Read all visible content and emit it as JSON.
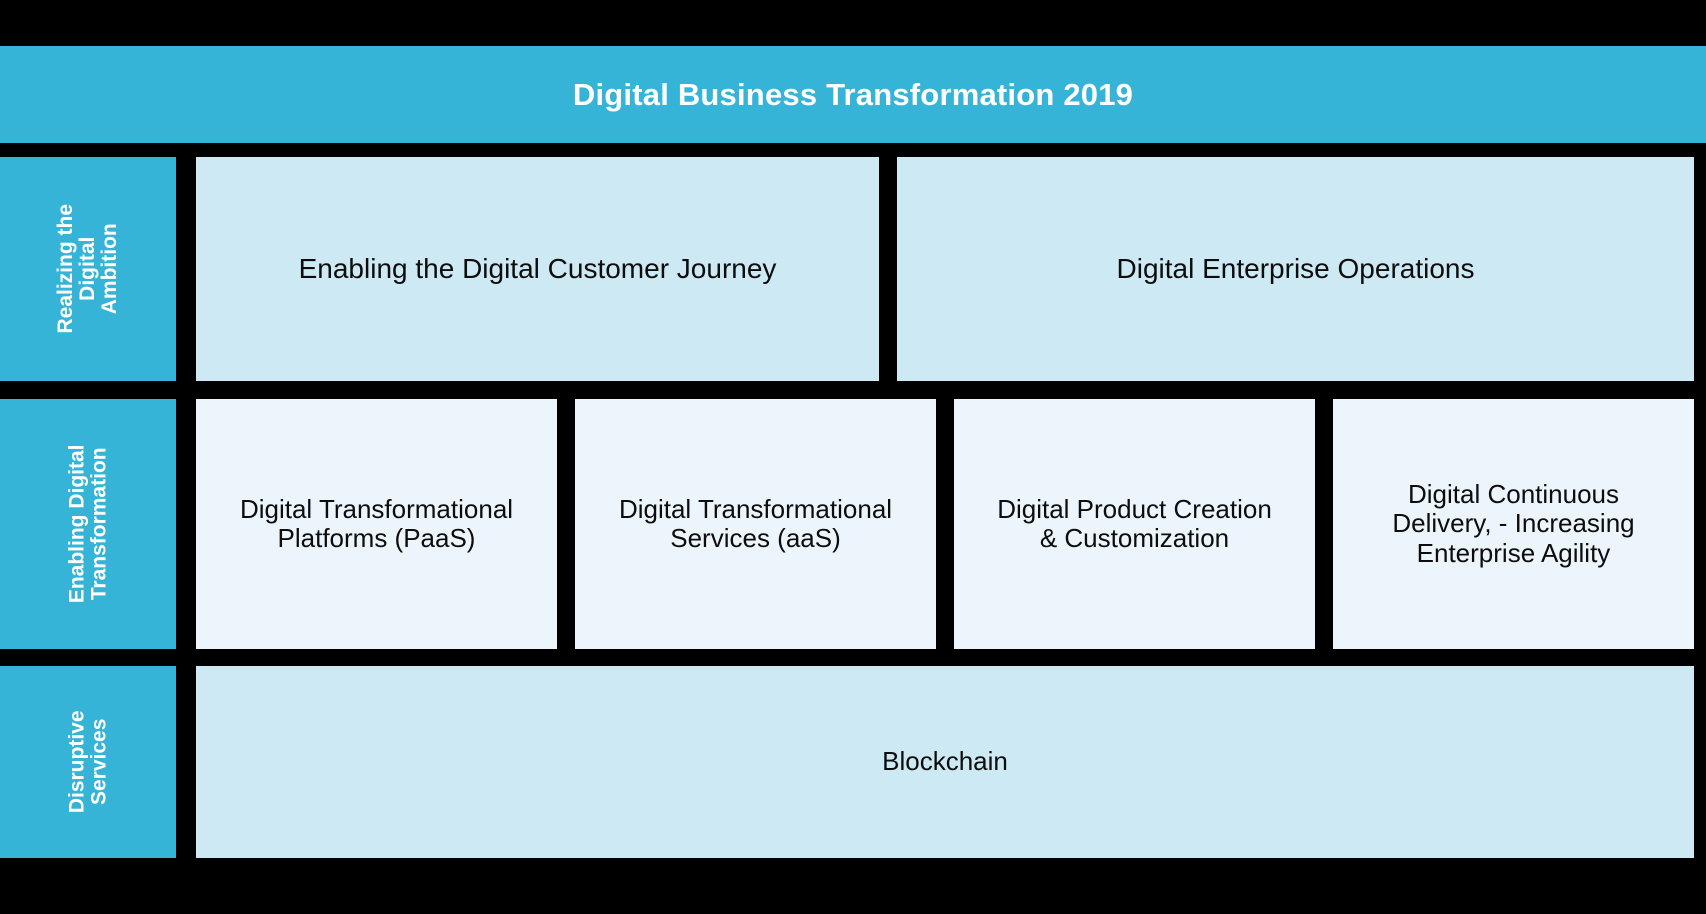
{
  "header": {
    "title": "Digital Business Transformation 2019",
    "background_color": "#36b4d7",
    "text_color": "#ffffff"
  },
  "colors": {
    "accent": "#36b4d7",
    "cell_strong": "#cde9f3",
    "cell_soft": "#ecf5fb",
    "frame": "#000000",
    "body_text": "#0d0d0d"
  },
  "rows": [
    {
      "label": "Realizing the\nDigital\nAmbition",
      "cells": [
        {
          "label": "Enabling the Digital Customer Journey"
        },
        {
          "label": "Digital Enterprise Operations"
        }
      ]
    },
    {
      "label": "Enabling Digital\nTransformation",
      "cells": [
        {
          "label": "Digital Transformational\nPlatforms (PaaS)"
        },
        {
          "label": "Digital Transformational\nServices (aaS)"
        },
        {
          "label": "Digital Product Creation\n& Customization"
        },
        {
          "label": "Digital Continuous\nDelivery, - Increasing\nEnterprise Agility"
        }
      ]
    },
    {
      "label": "Disruptive\nServices",
      "cells": [
        {
          "label": "Blockchain"
        }
      ]
    }
  ]
}
